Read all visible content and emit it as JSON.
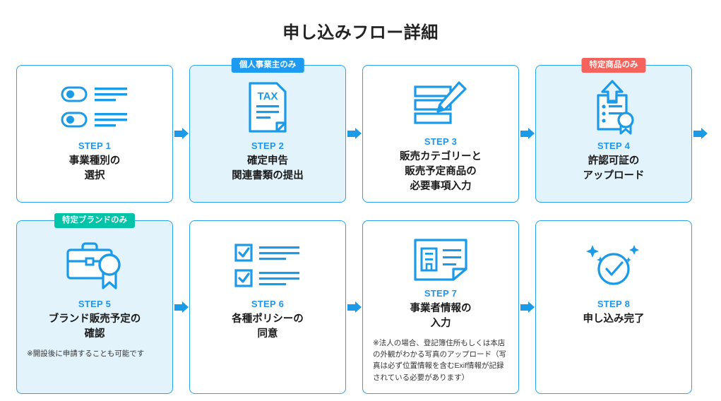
{
  "page": {
    "title": "申し込みフロー詳細"
  },
  "colors": {
    "accent_blue": "#1b9ae8",
    "step_blue": "#2196e8",
    "card_border": "#29a3ee",
    "card_tint": "#e3f3fc",
    "badge_blue": "#1d9bf0",
    "badge_red": "#f6635c",
    "badge_green": "#00c4a7",
    "title_dark": "#222222"
  },
  "rows": [
    {
      "cards": [
        {
          "badge": null,
          "badge_color": null,
          "tinted": false,
          "icon": "toggle-list-icon",
          "step": "STEP 1",
          "title": "事業種別の\n選択",
          "note": null
        },
        {
          "badge": "個人事業主のみ",
          "badge_color": "#1d9bf0",
          "tinted": true,
          "icon": "tax-document-icon",
          "step": "STEP 2",
          "title": "確定申告\n関連書類の提出",
          "note": null
        },
        {
          "badge": null,
          "badge_color": null,
          "tinted": false,
          "icon": "form-edit-icon",
          "step": "STEP 3",
          "title": "販売カテゴリーと\n販売予定商品の\n必要事項入力",
          "note": null
        },
        {
          "badge": "特定商品のみ",
          "badge_color": "#f6635c",
          "tinted": true,
          "icon": "upload-certificate-icon",
          "step": "STEP 4",
          "title": "許認可証の\nアップロード",
          "note": null
        }
      ]
    },
    {
      "cards": [
        {
          "badge": "特定ブランドのみ",
          "badge_color": "#00c4a7",
          "tinted": true,
          "icon": "briefcase-badge-icon",
          "step": "STEP 5",
          "title": "ブランド販売予定の\n確認",
          "note": "※開設後に申請することも可能です"
        },
        {
          "badge": null,
          "badge_color": null,
          "tinted": false,
          "icon": "checkbox-list-icon",
          "step": "STEP 6",
          "title": "各種ポリシーの\n同意",
          "note": null
        },
        {
          "badge": null,
          "badge_color": null,
          "tinted": false,
          "icon": "business-document-icon",
          "step": "STEP 7",
          "title": "事業者情報の\n入力",
          "note": "※法人の場合、登記簿住所もしくは本店の外観がわかる写真のアップロード（写真は必ず位置情報を含むExif情報が記録されている必要があります）"
        },
        {
          "badge": null,
          "badge_color": null,
          "tinted": false,
          "icon": "sparkle-check-circle-icon",
          "step": "STEP 8",
          "title": "申し込み完了",
          "note": null
        }
      ]
    }
  ]
}
